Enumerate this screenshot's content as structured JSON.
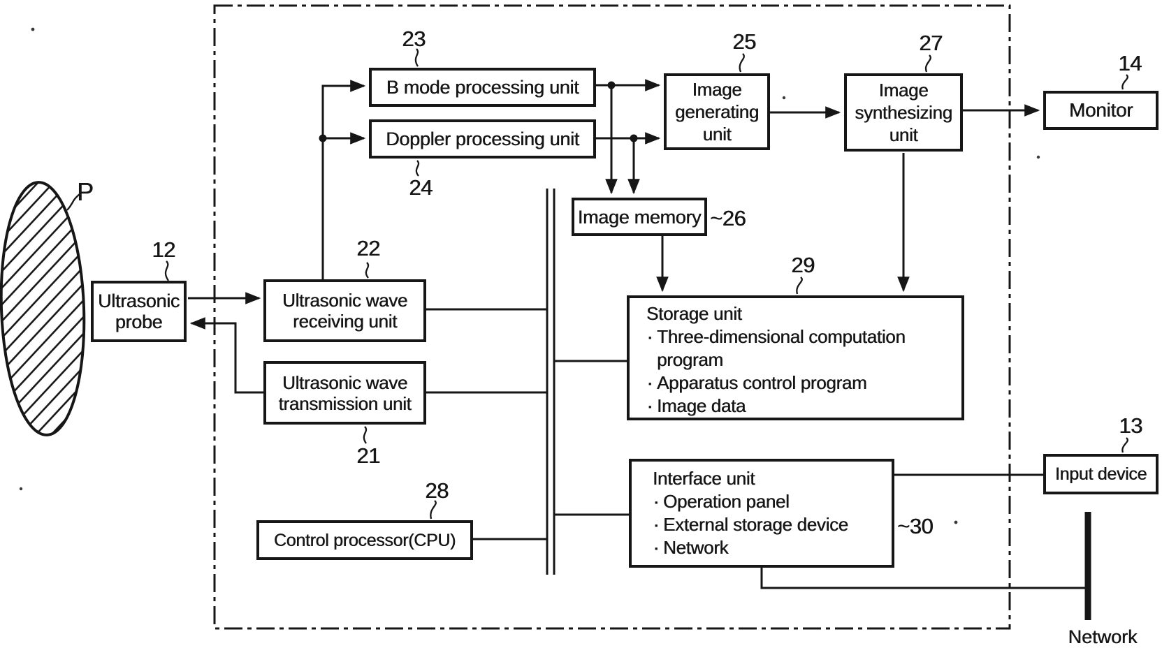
{
  "figure": {
    "kind": "patent-block-diagram",
    "subject": "Ultrasonic diagnostic apparatus",
    "ink_color": "#161616",
    "background_color": "#ffffff"
  },
  "bullet": "·",
  "patient": {
    "label": "P"
  },
  "network": {
    "label": "Network"
  },
  "nodes": {
    "probe": {
      "label": "Ultrasonic probe",
      "ref": "12"
    },
    "receiving": {
      "label": "Ultrasonic wave receiving unit",
      "ref": "22"
    },
    "transmission": {
      "label": "Ultrasonic wave transmission unit",
      "ref": "21"
    },
    "bmode": {
      "label": "B mode processing unit",
      "ref": "23"
    },
    "doppler": {
      "label": "Doppler processing unit",
      "ref": "24"
    },
    "image_generating": {
      "label": "Image generating unit",
      "ref": "25"
    },
    "image_synthesizing": {
      "label": "Image synthesizing unit",
      "ref": "27"
    },
    "monitor": {
      "label": "Monitor",
      "ref": "14"
    },
    "image_memory": {
      "label": "Image memory",
      "ref": "~26"
    },
    "storage": {
      "title": "Storage unit",
      "items": [
        "Three-dimensional computation program",
        "Apparatus control program",
        "Image data"
      ],
      "ref": "29"
    },
    "interface": {
      "title": "Interface unit",
      "items": [
        "Operation panel",
        "External storage device",
        "Network"
      ],
      "ref": "~30"
    },
    "input_device": {
      "label": "Input device",
      "ref": "13"
    },
    "cpu": {
      "label": "Control processor(CPU)",
      "ref": "28"
    }
  }
}
